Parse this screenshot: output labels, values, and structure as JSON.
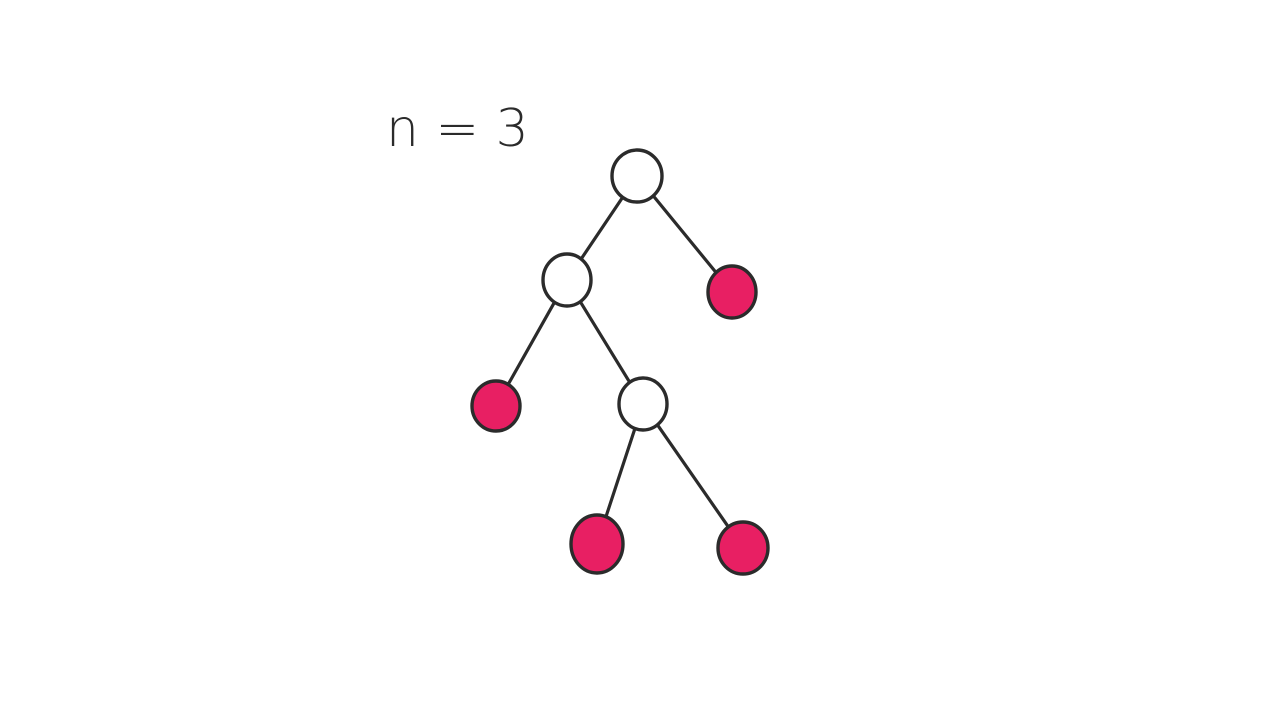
{
  "annotation": {
    "text": "n = 3"
  },
  "colors": {
    "stroke": "#2b2b2b",
    "internal_fill": "#ffffff",
    "leaf_fill": "#e81f63",
    "background": "#ffffff"
  },
  "tree": {
    "nodes": [
      {
        "id": "root",
        "kind": "internal"
      },
      {
        "id": "left",
        "kind": "internal"
      },
      {
        "id": "right-leaf",
        "kind": "leaf"
      },
      {
        "id": "left-left-leaf",
        "kind": "leaf"
      },
      {
        "id": "left-right",
        "kind": "internal"
      },
      {
        "id": "left-right-left-leaf",
        "kind": "leaf"
      },
      {
        "id": "left-right-right-leaf",
        "kind": "leaf"
      }
    ],
    "edges": [
      {
        "from": "root",
        "to": "left"
      },
      {
        "from": "root",
        "to": "right-leaf"
      },
      {
        "from": "left",
        "to": "left-left-leaf"
      },
      {
        "from": "left",
        "to": "left-right"
      },
      {
        "from": "left-right",
        "to": "left-right-left-leaf"
      },
      {
        "from": "left-right",
        "to": "left-right-right-leaf"
      }
    ]
  }
}
